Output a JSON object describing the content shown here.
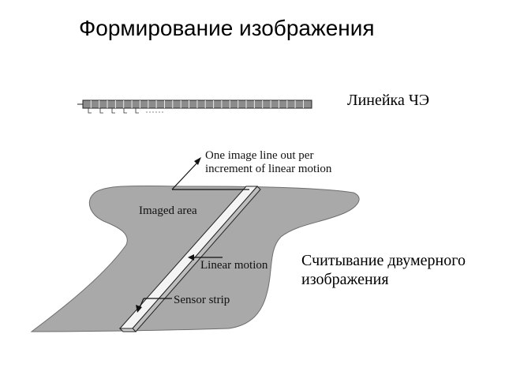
{
  "slide": {
    "title": "Формирование изображения",
    "sensor_line_label": "Линейка ЧЭ",
    "readout_label_line1": "Считывание двумерного",
    "readout_label_line2": "изображения"
  },
  "diagram": {
    "label_output": [
      "One image line out per",
      "increment of linear motion"
    ],
    "label_imaged_area": "Imaged area",
    "label_linear_motion": "Linear motion",
    "label_sensor_strip": "Sensor strip",
    "colors": {
      "area_fill": "#a9a9a9",
      "strip_fill": "#f4f4f4",
      "outline": "#222222",
      "ruler_fill": "#8c8c8c"
    }
  }
}
